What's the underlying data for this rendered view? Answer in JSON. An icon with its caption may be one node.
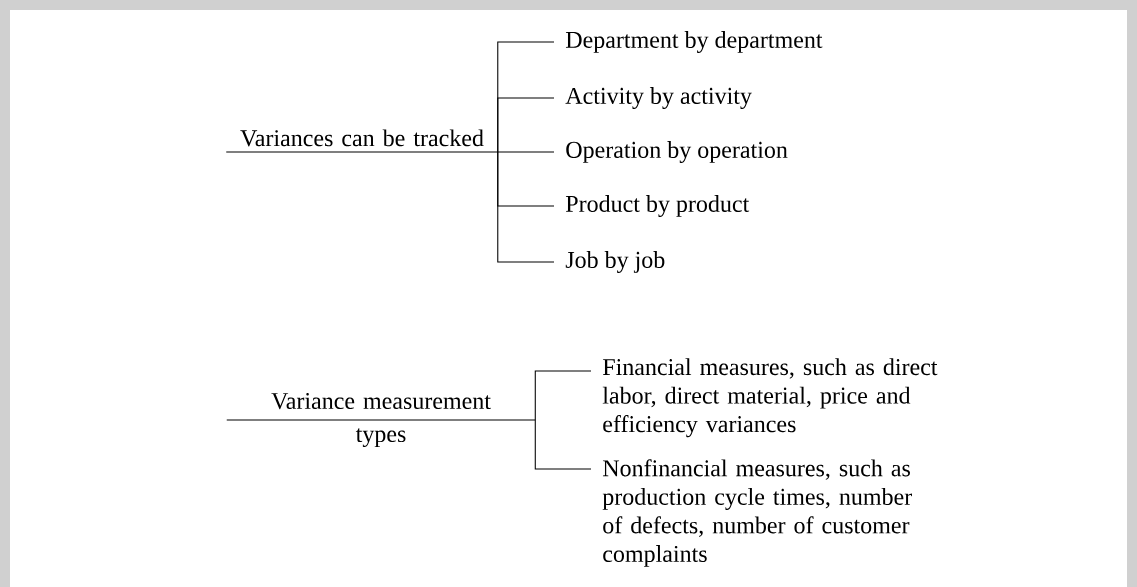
{
  "diagram": {
    "nodes": [
      {
        "text": [
          "Variances can be tracked"
        ]
      },
      {
        "text": [
          "Department by department"
        ]
      },
      {
        "text": [
          "Activity by activity"
        ]
      },
      {
        "text": [
          "Operation by operation"
        ]
      },
      {
        "text": [
          "Product by product"
        ]
      },
      {
        "text": [
          "Job by job"
        ]
      },
      {
        "text": [
          "Variance measurement types"
        ]
      },
      {
        "text": [
          "Financial measures, such as direct labor, direct material, price and efficiency variances"
        ]
      },
      {
        "text": [
          "Nonfinancial measures, such as production cycle times, number of defects, number of customer complaints"
        ]
      }
    ],
    "edges": [
      {
        "from": 0,
        "to": 1,
        "arrow": "none"
      },
      {
        "from": 0,
        "to": 2,
        "arrow": "none"
      },
      {
        "from": 0,
        "to": 3,
        "arrow": "none"
      },
      {
        "from": 0,
        "to": 4,
        "arrow": "none"
      },
      {
        "from": 0,
        "to": 5,
        "arrow": "none"
      },
      {
        "from": 6,
        "to": 7,
        "arrow": "none"
      },
      {
        "from": 6,
        "to": 8,
        "arrow": "none"
      }
    ]
  }
}
